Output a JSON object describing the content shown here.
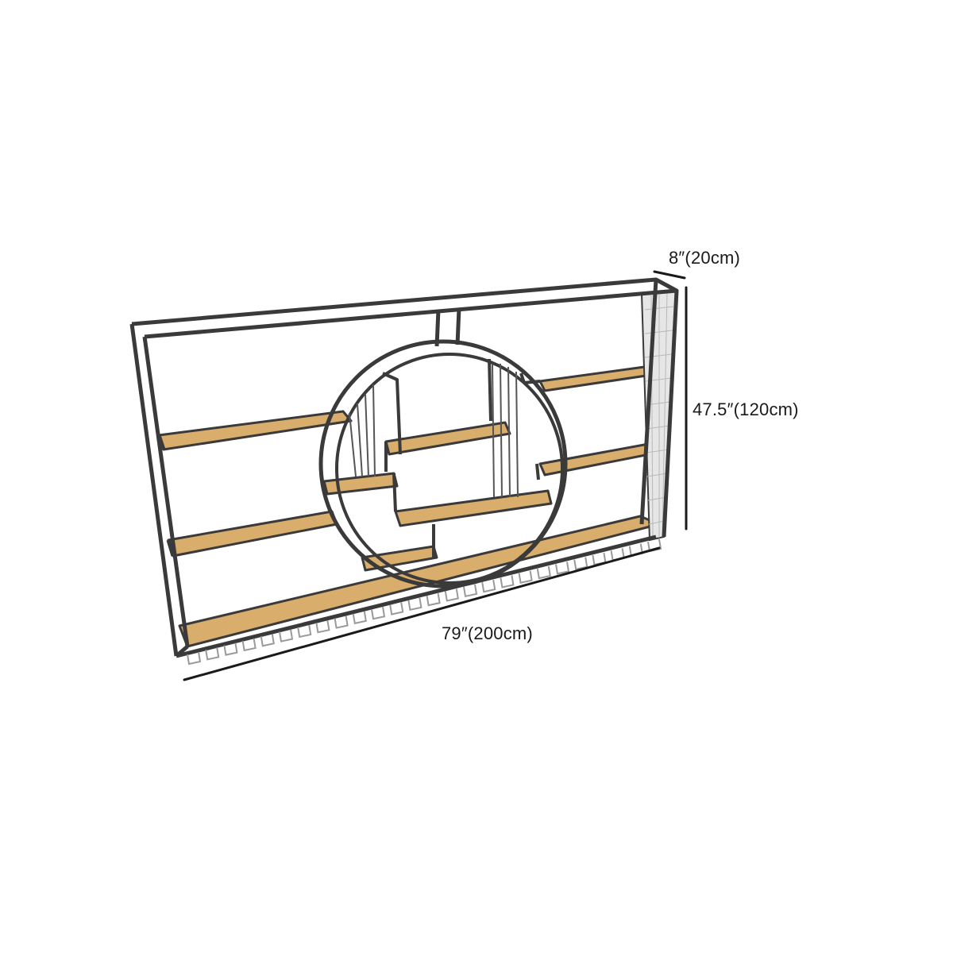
{
  "dimensions": {
    "depth": "8″(20cm)",
    "height": "47.5″(120cm)",
    "width": "79″(200cm)"
  },
  "colors": {
    "frame": "#3a3a3a",
    "wood": "#d9ad6b",
    "wood_edge": "#8a6a3a",
    "dimension_line": "#1a1a1a",
    "hanger": "#9a9a9a"
  }
}
